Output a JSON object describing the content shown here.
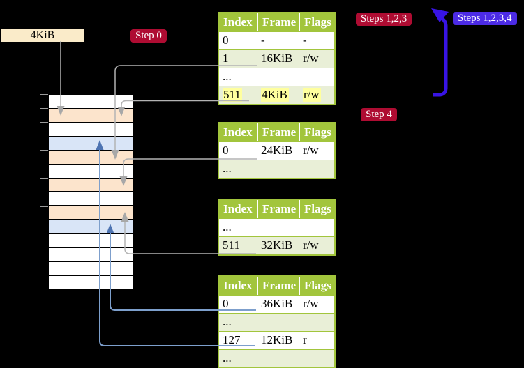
{
  "labels": {
    "page_size": "4KiB",
    "step0": "Step 0",
    "steps123": "Steps 1,2,3",
    "steps1234": "Steps 1,2,3,4",
    "step4": "Step 4"
  },
  "colors": {
    "badge_red": "#ae0c32",
    "badge_blue": "#4c2be5",
    "arrow_blue": "#3814e5",
    "connector_gray": "#b3b3b3",
    "connector_steelblue": "#7d9fcc",
    "connector_steelblue_head": "#4e74b2",
    "table_header_green": "#a2c53c",
    "table_row_lightgreen": "#e9efd7",
    "memory_pagetable_row_orange": "#fce4cc",
    "memory_mapped_row_blue": "#d9e5f7",
    "label_cream": "#faebc9",
    "highlight_yellow": "#ffff9e",
    "background": "#000000"
  },
  "memory_column": {
    "rows": [
      {
        "kind": "free"
      },
      {
        "kind": "page-table"
      },
      {
        "kind": "free"
      },
      {
        "kind": "mapped-page"
      },
      {
        "kind": "page-table"
      },
      {
        "kind": "free"
      },
      {
        "kind": "page-table"
      },
      {
        "kind": "free"
      },
      {
        "kind": "page-table"
      },
      {
        "kind": "mapped-page"
      },
      {
        "kind": "free"
      },
      {
        "kind": "free"
      },
      {
        "kind": "free"
      },
      {
        "kind": "free"
      }
    ]
  },
  "tables": [
    {
      "headers": [
        "Index",
        "Frame",
        "Flags"
      ],
      "rows": [
        {
          "cells": [
            "0",
            "-",
            "-"
          ],
          "shaded": false,
          "highlight": false
        },
        {
          "cells": [
            "1",
            "16KiB",
            "r/w"
          ],
          "shaded": true,
          "highlight": false
        },
        {
          "cells": [
            "...",
            "",
            ""
          ],
          "shaded": false,
          "highlight": false
        },
        {
          "cells": [
            "511",
            "4KiB",
            "r/w"
          ],
          "shaded": true,
          "highlight": true
        }
      ]
    },
    {
      "headers": [
        "Index",
        "Frame",
        "Flags"
      ],
      "rows": [
        {
          "cells": [
            "0",
            "24KiB",
            "r/w"
          ],
          "shaded": false,
          "highlight": false
        },
        {
          "cells": [
            "...",
            "",
            ""
          ],
          "shaded": true,
          "highlight": false
        }
      ]
    },
    {
      "headers": [
        "Index",
        "Frame",
        "Flags"
      ],
      "rows": [
        {
          "cells": [
            "...",
            "",
            ""
          ],
          "shaded": false,
          "highlight": false
        },
        {
          "cells": [
            "511",
            "32KiB",
            "r/w"
          ],
          "shaded": true,
          "highlight": false
        }
      ]
    },
    {
      "headers": [
        "Index",
        "Frame",
        "Flags"
      ],
      "rows": [
        {
          "cells": [
            "0",
            "36KiB",
            "r/w"
          ],
          "shaded": false,
          "highlight": false
        },
        {
          "cells": [
            "...",
            "",
            ""
          ],
          "shaded": true,
          "highlight": false
        },
        {
          "cells": [
            "127",
            "12KiB",
            "r"
          ],
          "shaded": false,
          "highlight": false
        },
        {
          "cells": [
            "...",
            "",
            ""
          ],
          "shaded": true,
          "highlight": false
        }
      ]
    }
  ]
}
